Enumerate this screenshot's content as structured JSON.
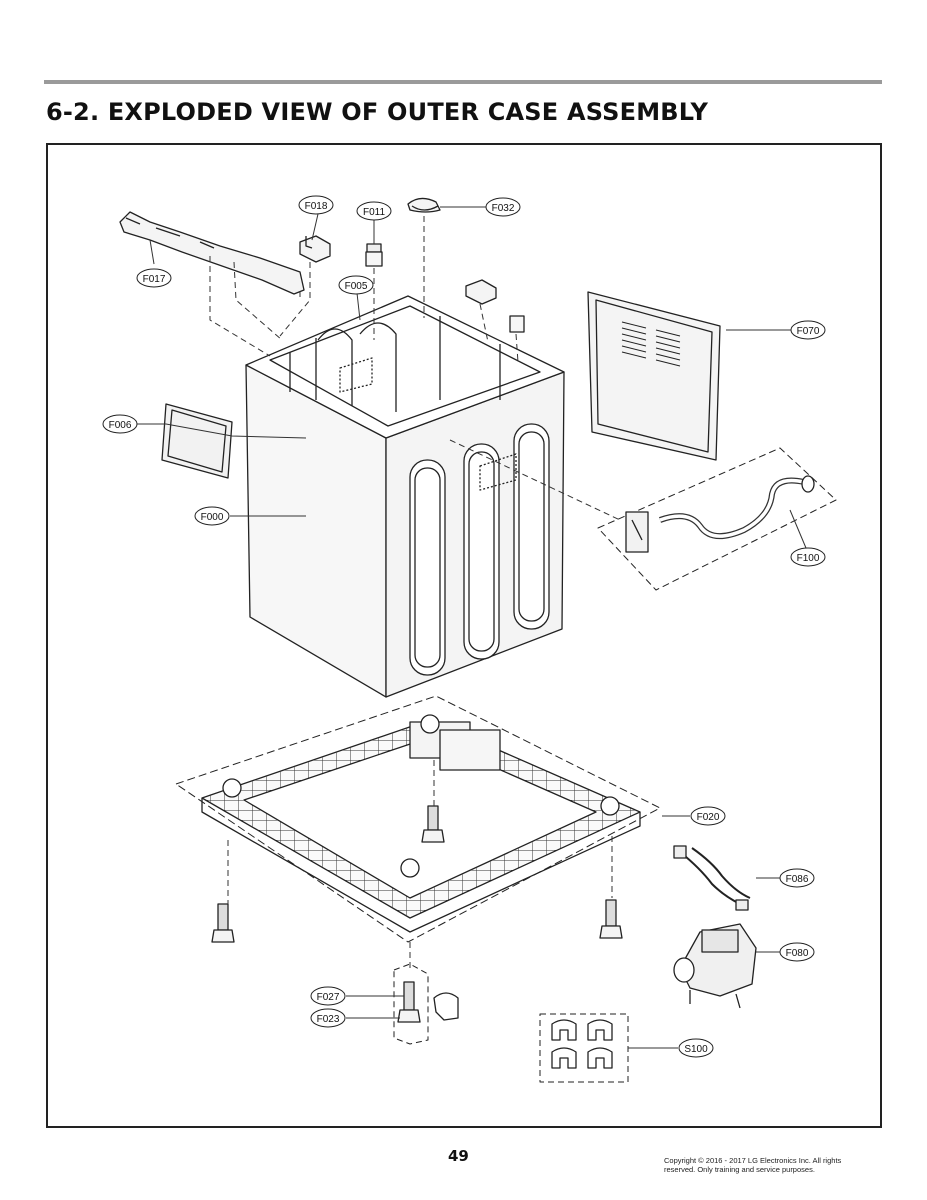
{
  "page": {
    "title": "6-2. EXPLODED VIEW OF OUTER CASE ASSEMBLY",
    "page_number": "49",
    "copyright_line1": "Copyright © 2016 - 2017 LG Electronics Inc. All rights",
    "copyright_line2": "reserved. Only training and service purposes."
  },
  "parts": {
    "F000": "F000",
    "F005": "F005",
    "F006": "F006",
    "F011": "F011",
    "F017": "F017",
    "F018": "F018",
    "F020": "F020",
    "F023": "F023",
    "F027": "F027",
    "F032": "F032",
    "F070": "F070",
    "F080": "F080",
    "F086": "F086",
    "F100": "F100",
    "S100": "S100"
  },
  "colors": {
    "line": "#222222",
    "rule": "#9a9a9a",
    "fill": "#f2f2f2"
  }
}
